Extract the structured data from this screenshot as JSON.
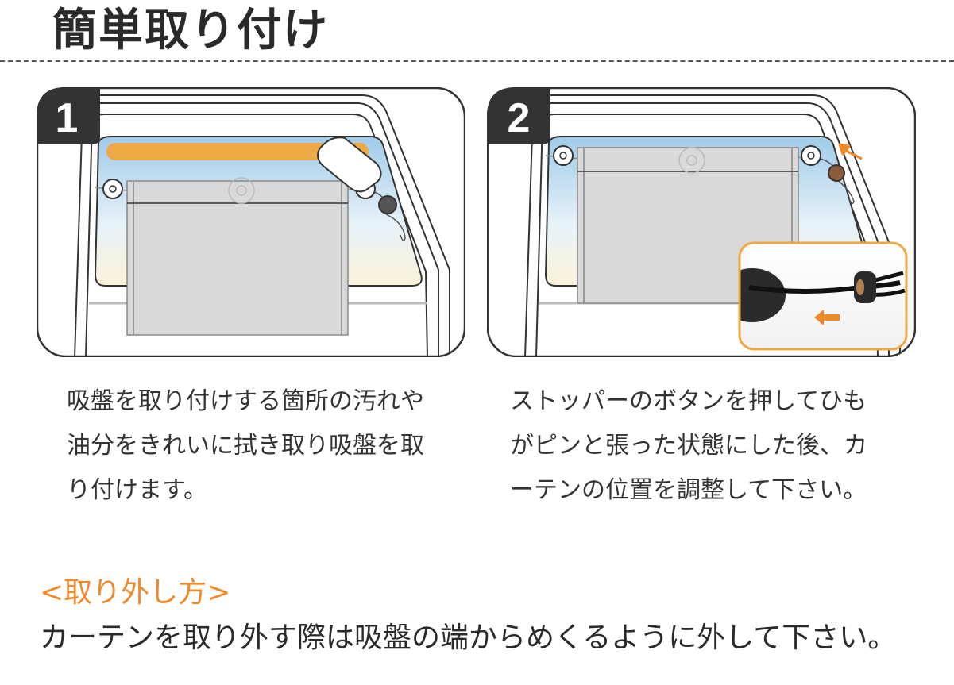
{
  "title": "簡単取り付け",
  "steps": [
    {
      "number": "1",
      "description": "吸盤を取り付けする箇所の汚れや油分をきれいに拭き取り吸盤を取り付けます。"
    },
    {
      "number": "2",
      "description": "ストッパーのボタンを押してひもがピンと張った状態にした後、カーテンの位置を調整して下さい。"
    }
  ],
  "removal": {
    "heading": "<取り外し方>",
    "text": "カーテンを取り外す際は吸盤の端からめくるように外して下さい。"
  },
  "colors": {
    "accent": "#ee8a2a",
    "badge": "#333333",
    "curtain": "#d9d9d9"
  }
}
